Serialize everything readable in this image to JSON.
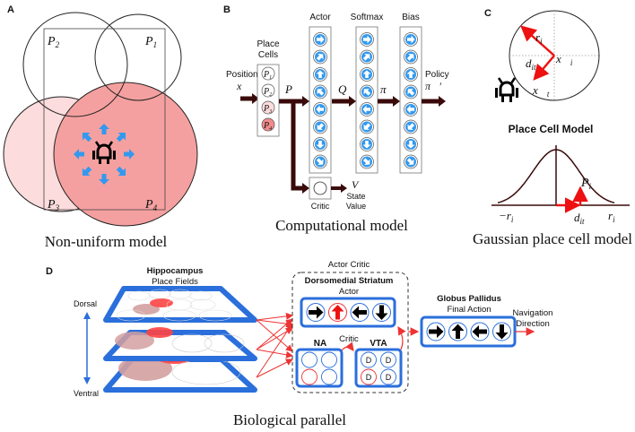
{
  "panels": {
    "a": {
      "label": "A",
      "caption": "Non-uniform model",
      "place_fields": [
        {
          "id": "P1",
          "label": "P",
          "sub": "1",
          "fill": "none"
        },
        {
          "id": "P2",
          "label": "P",
          "sub": "2",
          "fill": "none"
        },
        {
          "id": "P3",
          "label": "P",
          "sub": "3",
          "fill": "#fcdcdc"
        },
        {
          "id": "P4",
          "label": "P",
          "sub": "4",
          "fill": "#f28b8b"
        }
      ],
      "arrow_color": "#3399ee"
    },
    "b": {
      "label": "B",
      "caption": "Computational model",
      "input_label": "Position",
      "input_var": "x⃗",
      "place_cells_title_1": "Place",
      "place_cells_title_2": "Cells",
      "place_cells": [
        {
          "label": "P",
          "sub": "1",
          "fill": "#ffffff"
        },
        {
          "label": "P",
          "sub": "2",
          "fill": "#ffffff"
        },
        {
          "label": "P",
          "sub": "3",
          "fill": "#fcdcdc"
        },
        {
          "label": "P",
          "sub": "4",
          "fill": "#f28b8b"
        }
      ],
      "p_vec": "P⃗",
      "q_vec": "Q⃗",
      "pi_vec": "π⃗",
      "columns": [
        {
          "title": "Actor"
        },
        {
          "title": "Softmax"
        },
        {
          "title": "Bias"
        }
      ],
      "directions": [
        "E",
        "NE",
        "N",
        "NW",
        "W",
        "SW",
        "S",
        "SE"
      ],
      "output_label": "Policy",
      "output_var": "π⃗′",
      "critic_label": "Critic",
      "value_var": "V",
      "value_label_1": "State",
      "value_label_2": "Value",
      "arrow_color": "#3a0a0a"
    },
    "c": {
      "label": "C",
      "title": "Place Cell Model",
      "caption": "Gaussian place cell model",
      "radius_label": "r",
      "radius_sub": "i",
      "center_label": "x⃗",
      "center_sub": "i",
      "distance_label": "d",
      "distance_sub": "it",
      "position_label": "x⃗",
      "position_sub": "t",
      "activation_label": "P",
      "activation_sub": "i",
      "axis_left": "−r",
      "axis_left_sub": "i",
      "axis_right": "r",
      "axis_right_sub": "i",
      "vector_color": "#ee1111"
    },
    "d": {
      "label": "D",
      "caption": "Biological parallel",
      "hippocampus_title": "Hippocampus",
      "hippocampus_sub": "Place Fields",
      "dorsal": "Dorsal",
      "ventral": "Ventral",
      "actor_critic_label": "Actor Critic",
      "striatum_title": "Dorsomedial Striatum",
      "striatum_sub": "Actor",
      "actor_actions": [
        {
          "dir": "E",
          "active": false
        },
        {
          "dir": "N",
          "active": true
        },
        {
          "dir": "W",
          "active": false
        },
        {
          "dir": "S",
          "active": false
        }
      ],
      "na_label": "NA",
      "critic_label": "Critic",
      "vta_label": "VTA",
      "vta_cell_label": "D",
      "gp_title": "Globus Pallidus",
      "gp_sub": "Final Action",
      "gp_actions": [
        {
          "dir": "E"
        },
        {
          "dir": "N"
        },
        {
          "dir": "W"
        },
        {
          "dir": "S"
        }
      ],
      "output_label_1": "Navigation",
      "output_label_2": "Direction",
      "blue": "#2a6fdb",
      "red": "#ee3333"
    }
  }
}
